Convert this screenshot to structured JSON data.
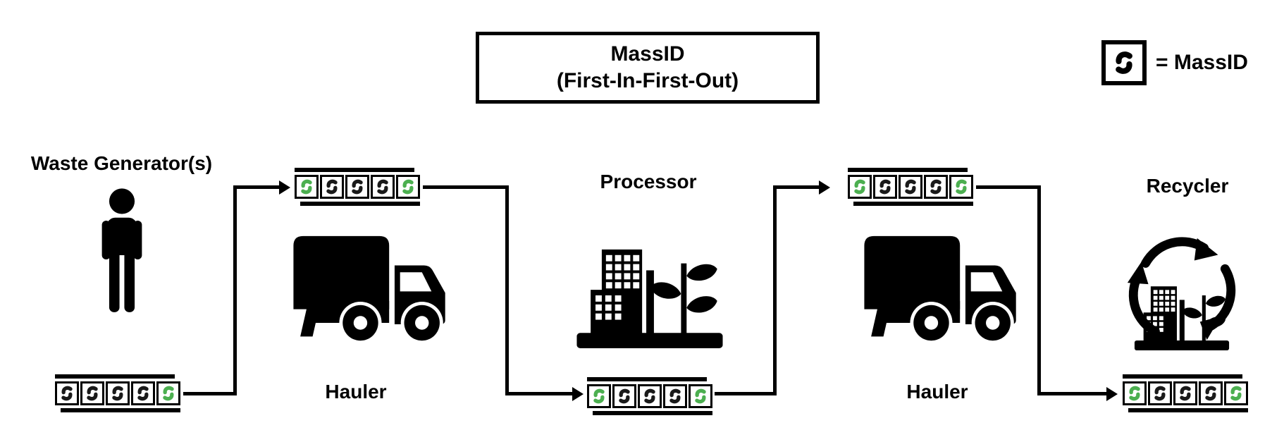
{
  "title_box": {
    "line1": "MassID",
    "line2": "(First-In-First-Out)"
  },
  "legend": {
    "icon": "massid-icon",
    "label": "= MassID"
  },
  "token_colors": {
    "black": "#1a1a1a",
    "green": "#4caf50"
  },
  "colors": {
    "line": "#000000",
    "background": "#ffffff"
  },
  "stages": [
    {
      "name": "waste-generator",
      "label": "Waste Generator(s)",
      "icon": "person-icon",
      "strip_position": "below",
      "tokens": [
        "black",
        "black",
        "black",
        "black",
        "green"
      ]
    },
    {
      "name": "hauler-1",
      "label": "Hauler",
      "icon": "truck-icon",
      "strip_position": "above",
      "tokens": [
        "green",
        "black",
        "black",
        "black",
        "green"
      ]
    },
    {
      "name": "processor",
      "label": "Processor",
      "icon": "eco-factory-icon",
      "strip_position": "below",
      "tokens": [
        "green",
        "black",
        "black",
        "black",
        "green"
      ]
    },
    {
      "name": "hauler-2",
      "label": "Hauler",
      "icon": "truck-icon",
      "strip_position": "above",
      "tokens": [
        "green",
        "black",
        "black",
        "black",
        "green"
      ]
    },
    {
      "name": "recycler",
      "label": "Recycler",
      "icon": "recycling-factory-icon",
      "strip_position": "below",
      "tokens": [
        "green",
        "black",
        "black",
        "black",
        "green"
      ]
    }
  ],
  "flow_arrows": [
    {
      "from": "waste-generator",
      "to": "hauler-1"
    },
    {
      "from": "hauler-1",
      "to": "processor"
    },
    {
      "from": "processor",
      "to": "hauler-2"
    },
    {
      "from": "hauler-2",
      "to": "recycler"
    }
  ]
}
